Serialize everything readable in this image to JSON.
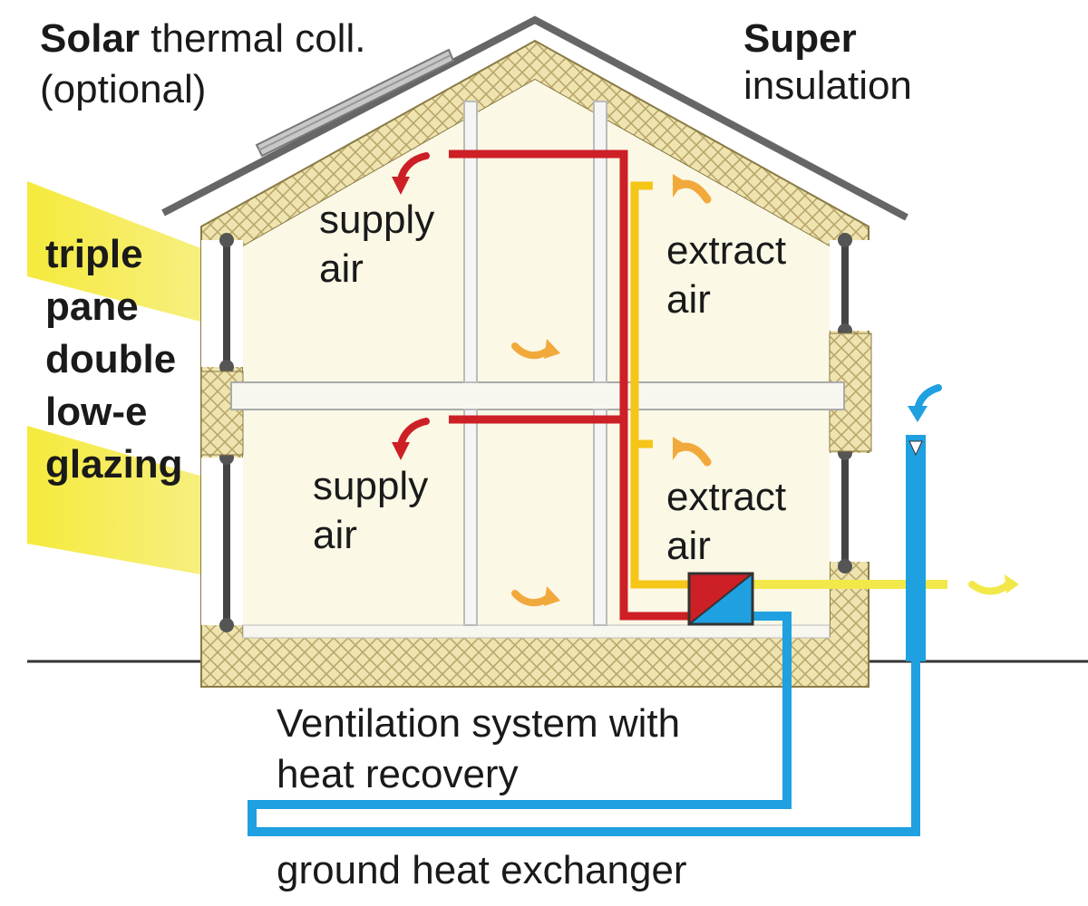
{
  "labels": {
    "solar_collector": {
      "bold": "Solar",
      "rest": " thermal coll.",
      "line2": "(optional)"
    },
    "super_insulation": {
      "bold": "Super",
      "line2": "insulation"
    },
    "glazing": {
      "lines": [
        "triple",
        "pane",
        "double",
        "low-e",
        "glazing"
      ]
    },
    "supply_air_upper": {
      "line1": "supply",
      "line2": "air"
    },
    "supply_air_lower": {
      "line1": "supply",
      "line2": "air"
    },
    "extract_air_upper": {
      "line1": "extract",
      "line2": "air"
    },
    "extract_air_lower": {
      "line1": "extract",
      "line2": "air"
    },
    "ventilation": {
      "line1": "Ventilation system with",
      "line2": "heat recovery"
    },
    "ground_exchanger": "ground heat exchanger"
  },
  "colors": {
    "supply_duct": "#cc1f26",
    "extract_duct": "#f5c518",
    "exhaust_duct": "#f2e84a",
    "ground_duct": "#1fa0e0",
    "insulation_fill": "#efe4b0",
    "roof": "#666666",
    "sunlight": "#f5ea3c",
    "arrow_warm": "#f2a93b"
  },
  "icons": {
    "heat_exchanger": "heat-exchanger-icon",
    "air_flow": "air-flow-arrow-icon",
    "air_intake": "air-intake-icon"
  }
}
